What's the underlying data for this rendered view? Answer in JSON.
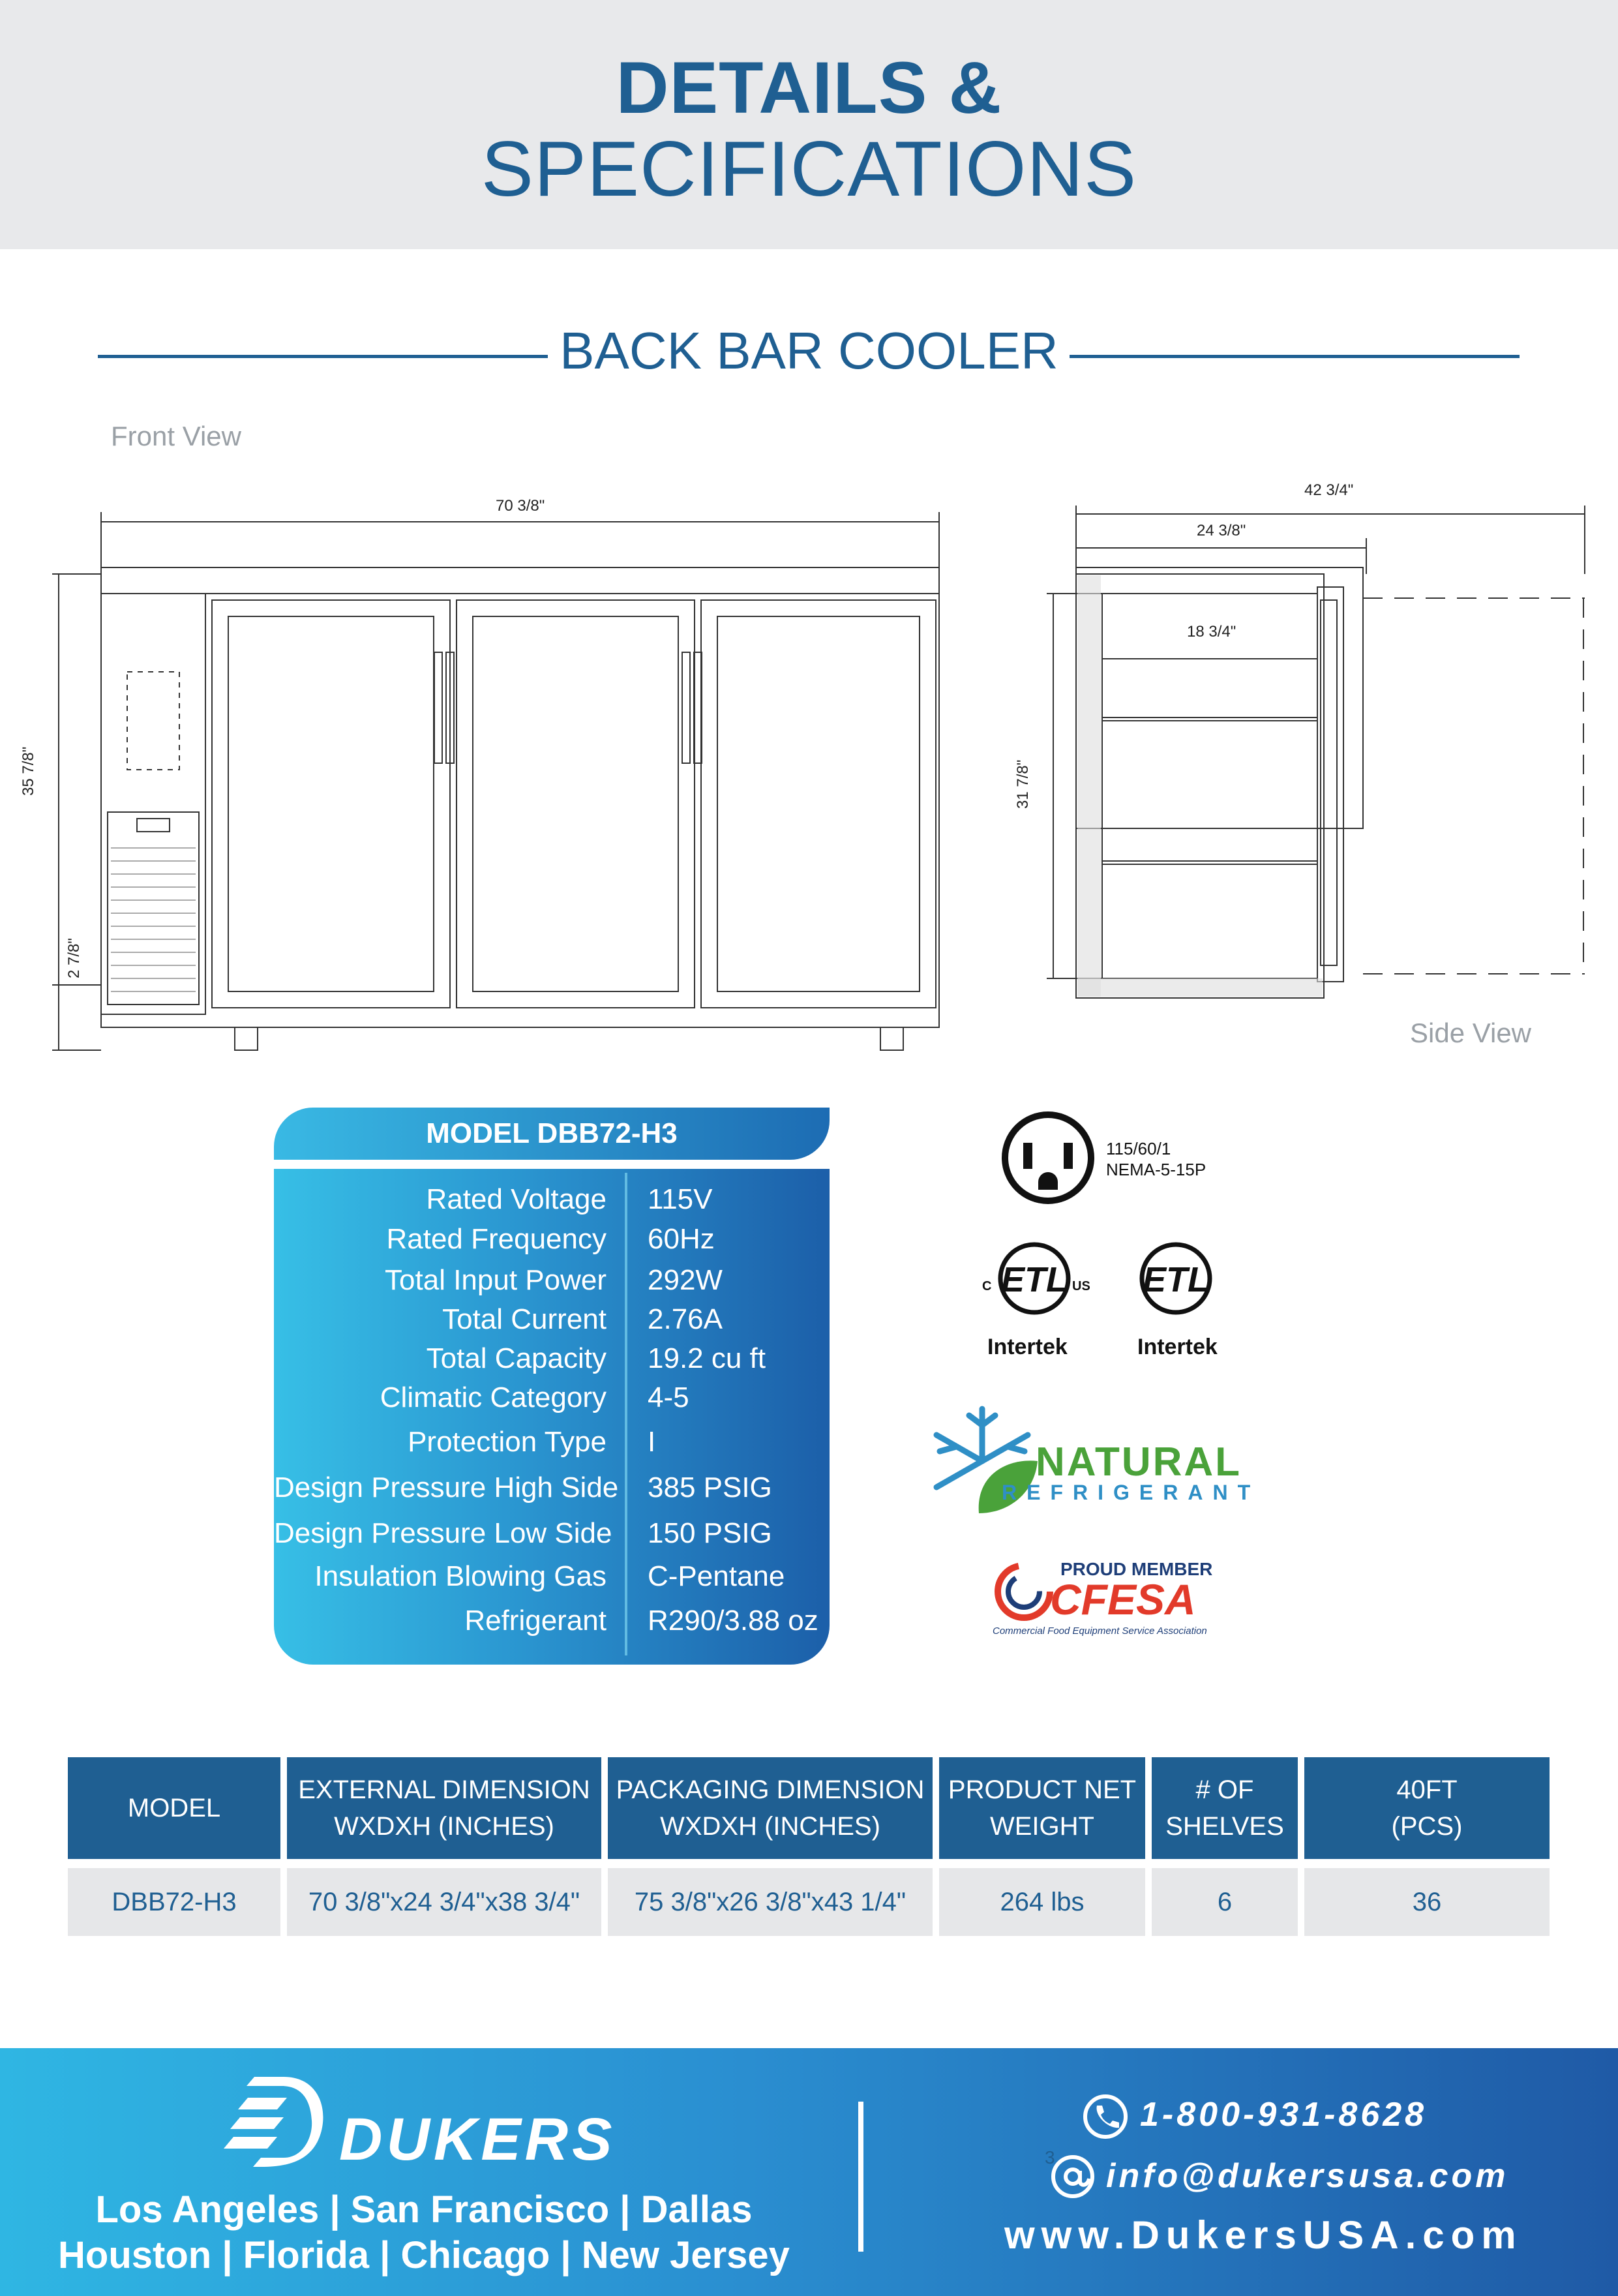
{
  "header": {
    "title_line1": "DETAILS &",
    "title_line2": "SPECIFICATIONS"
  },
  "section": {
    "title": "BACK BAR COOLER",
    "front_view": "Front View",
    "side_view": "Side View"
  },
  "drawing": {
    "front_width": "70",
    "front_width_frac": "3/8\"",
    "front_height": "35",
    "front_height_frac": "7/8\"",
    "front_base": "2",
    "front_base_frac": "7/8\"",
    "side_depth": "42",
    "side_depth_frac": "3/4\"",
    "side_body": "24",
    "side_body_frac": "3/8\"",
    "side_inner": "18",
    "side_inner_frac": "3/4\"",
    "side_height": "31",
    "side_height_frac": "7/8\""
  },
  "spec": {
    "model_title": "MODEL DBB72-H3",
    "rows": [
      {
        "label": "Rated  Voltage",
        "value": "115V"
      },
      {
        "label": "Rated  Frequency",
        "value": "60Hz"
      },
      {
        "label": "Total Input Power",
        "value": "292W"
      },
      {
        "label": "Total Current",
        "value": "2.76A"
      },
      {
        "label": "Total Capacity",
        "value": "19.2 cu ft"
      },
      {
        "label": "Climatic Category",
        "value": "4-5"
      },
      {
        "label": "Protection Type",
        "value": "I"
      },
      {
        "label": "Design Pressure High Side",
        "value": "385 PSIG"
      },
      {
        "label": "Design Pressure Low Side",
        "value": "150 PSIG"
      },
      {
        "label": "Insulation Blowing Gas",
        "value": "C-Pentane"
      },
      {
        "label": "Refrigerant",
        "value": "R290/3.88 oz"
      }
    ]
  },
  "certs": {
    "plug_line1": "115/60/1",
    "plug_line2": "NEMA-5-15P",
    "intertek1": "Intertek",
    "intertek2": "Intertek",
    "natural": "NATURAL",
    "refrigerant": "REFRIGERANT",
    "cfesa_top": "PROUD MEMBER",
    "cfesa": "CFESA",
    "cfesa_sub": "Commercial Food Equipment Service Association"
  },
  "table": {
    "headers": [
      "MODEL",
      "EXTERNAL DIMENSION\nWXDXH (INCHES)",
      "PACKAGING DIMENSION\nWXDXH (INCHES)",
      "PRODUCT NET\nWEIGHT",
      "# OF\nSHELVES",
      "40FT\n(PCS)"
    ],
    "row": [
      "DBB72-H3",
      "70 3/8\"x24 3/4\"x38 3/4\"",
      "75 3/8\"x26 3/8\"x43 1/4\"",
      "264 lbs",
      "6",
      "36"
    ]
  },
  "footer": {
    "brand": "DUKERS",
    "cities_line1": "Los Angeles | San Francisco | Dallas",
    "cities_line2": "Houston | Florida | Chicago | New Jersey",
    "phone": "1-800-931-8628",
    "email": "info@dukersusa.com",
    "website": "www.DukersUSA.com",
    "page_number": "3"
  },
  "colors": {
    "primary": "#1f5f92",
    "accent": "#39b9e4",
    "header_bg": "#e8e9eb"
  }
}
